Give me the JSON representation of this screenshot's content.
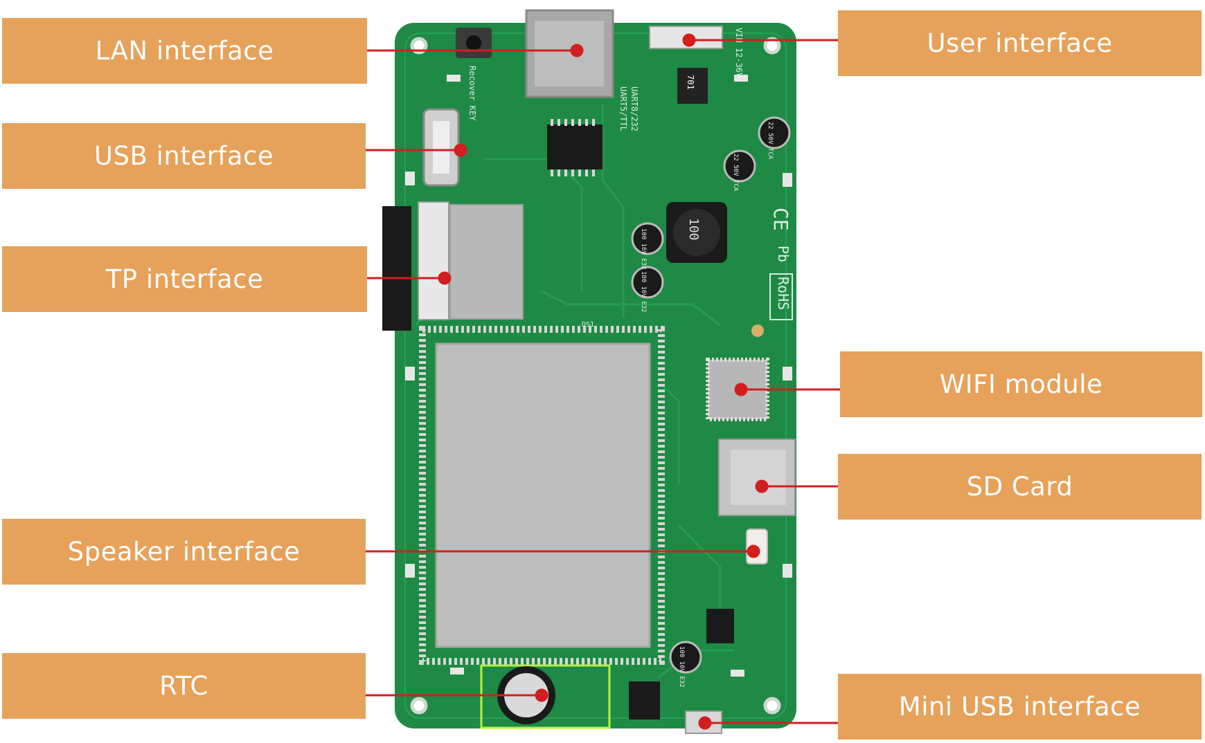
{
  "colors": {
    "label_bg": "#E6A15A",
    "label_text": "#FFFFFF",
    "leader_line": "#D21E1E",
    "pcb_green": "#1E8A45",
    "rtc_highlight": "#B6F23A"
  },
  "labels": {
    "lan": "LAN interface",
    "usb": "USB interface",
    "tp": "TP interface",
    "speaker": "Speaker interface",
    "rtc": "RTC",
    "user": "User interface",
    "wifi": "WIFI module",
    "sd": "SD Card",
    "miniusb": "Mini USB interface"
  },
  "silkscreen": {
    "recover": "Recover KEY",
    "uart": "UART8/232",
    "uart2": "UART5/TTL",
    "voltage": "VIN 12-36V",
    "rohs": "RoHS",
    "pb": "Pb",
    "ce": "CE",
    "ind": "100",
    "ic": "701",
    "cap1": "22 50V TCA",
    "cap2": "22 50V TCA",
    "cap3": "100 16V E32",
    "cap4": "100 16V E32",
    "cap5": "100 16V E32",
    "ds": "DS1"
  }
}
